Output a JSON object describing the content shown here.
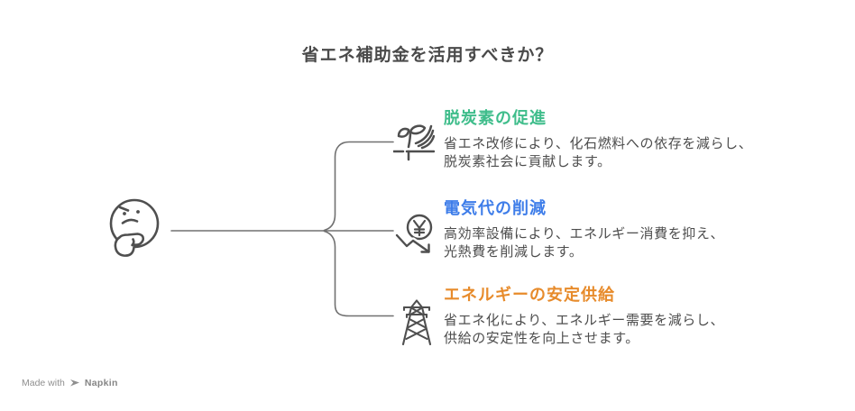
{
  "title": "省エネ補助金を活用すべきか？",
  "root_node": {
    "icon": "thinking-face-icon"
  },
  "branches": [
    {
      "heading": "脱炭素の促進",
      "heading_color": "#3FBD8B",
      "icon": "sprout-in-hand-icon",
      "body": "省エネ改修により、化石燃料への依存を減らし、\n脱炭素社会に貢献します。"
    },
    {
      "heading": "電気代の削減",
      "heading_color": "#3E7DE9",
      "icon": "yen-cost-decrease-icon",
      "body": "高効率設備により、エネルギー消費を抑え、\n光熱費を削減します。"
    },
    {
      "heading": "エネルギーの安定供給",
      "heading_color": "#E78B2B",
      "icon": "transmission-tower-icon",
      "body": "省エネ化により、エネルギー需要を減らし、\n供給の安定性を向上させます。"
    }
  ],
  "footer": {
    "made_with": "Made with",
    "brand": "Napkin"
  },
  "colors": {
    "title_text": "#4A4A4A",
    "body_text": "#4D4D4D",
    "connector": "#707070",
    "icon_stroke": "#4F4F4F",
    "background": "#FFFFFF"
  }
}
